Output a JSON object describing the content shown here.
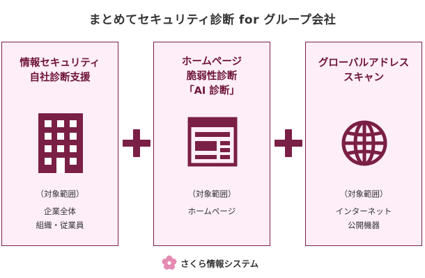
{
  "title": "まとめてセキュリティ診断 for グループ会社",
  "boxes": [
    {
      "heading": [
        "情報セキュリティ",
        "自社診断支援"
      ],
      "icon": "building-icon",
      "scope_label": "（対象範囲）",
      "scope": [
        "企業全体",
        "組織・従業員"
      ]
    },
    {
      "heading": [
        "ホームページ",
        "脆弱性診断",
        "「AI 診断」"
      ],
      "icon": "webpage-icon",
      "scope_label": "（対象範囲）",
      "scope": [
        "ホームページ"
      ]
    },
    {
      "heading": [
        "グローバルアドレス",
        "スキャン"
      ],
      "icon": "globe-icon",
      "scope_label": "（対象範囲）",
      "scope": [
        "インターネット",
        "公開機器"
      ]
    }
  ],
  "logo": {
    "text": "さくら情報システム",
    "icon": "sakura-flower-icon"
  },
  "colors": {
    "accent": "#7a1f45",
    "box_fill": "#fdeef8",
    "heading": "#6e1439",
    "text": "#333333"
  }
}
